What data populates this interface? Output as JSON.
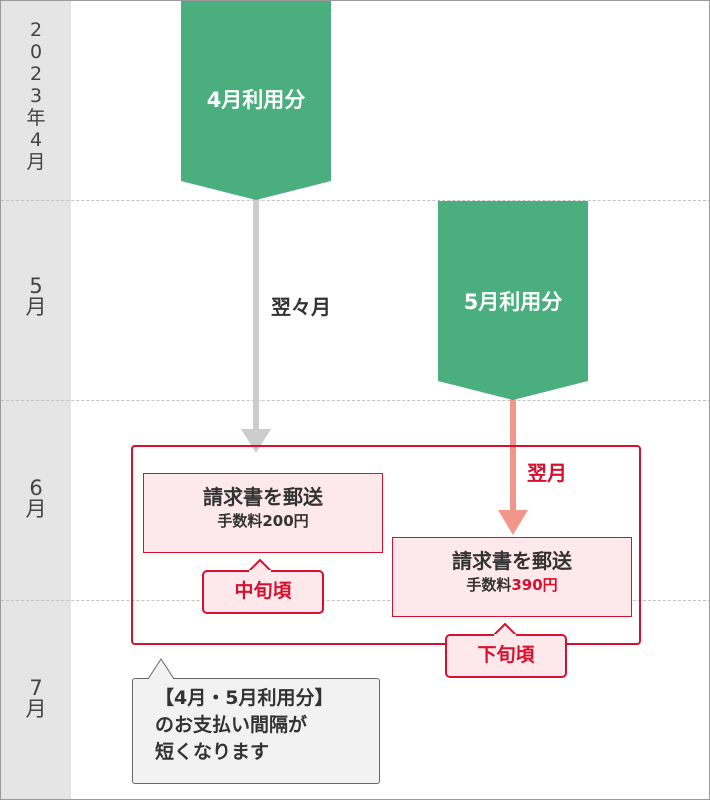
{
  "timeline": {
    "year_label": "2\n0\n2\n3\n年\n4\n月",
    "months": [
      "5\n月",
      "6\n月",
      "7\n月"
    ]
  },
  "usage": [
    {
      "label": "4月利用分"
    },
    {
      "label": "5月利用分"
    }
  ],
  "intervals": [
    {
      "label": "翌々月"
    },
    {
      "label": "翌月"
    }
  ],
  "invoices": [
    {
      "title": "請求書を郵送",
      "fee_prefix": "手数料",
      "fee_amount": "200円",
      "timing": "中旬頃"
    },
    {
      "title": "請求書を郵送",
      "fee_prefix": "手数料",
      "fee_amount": "390円",
      "timing": "下旬頃"
    }
  ],
  "note": {
    "line1": "【4月・5月利用分】",
    "line2": "のお支払い間隔が",
    "line3": "短くなります"
  },
  "colors": {
    "green": "#4aae7f",
    "gray_arrow": "#cccccc",
    "salmon_arrow": "#f2968a",
    "red": "#d7102f",
    "pink_fill": "#fde8ec"
  }
}
